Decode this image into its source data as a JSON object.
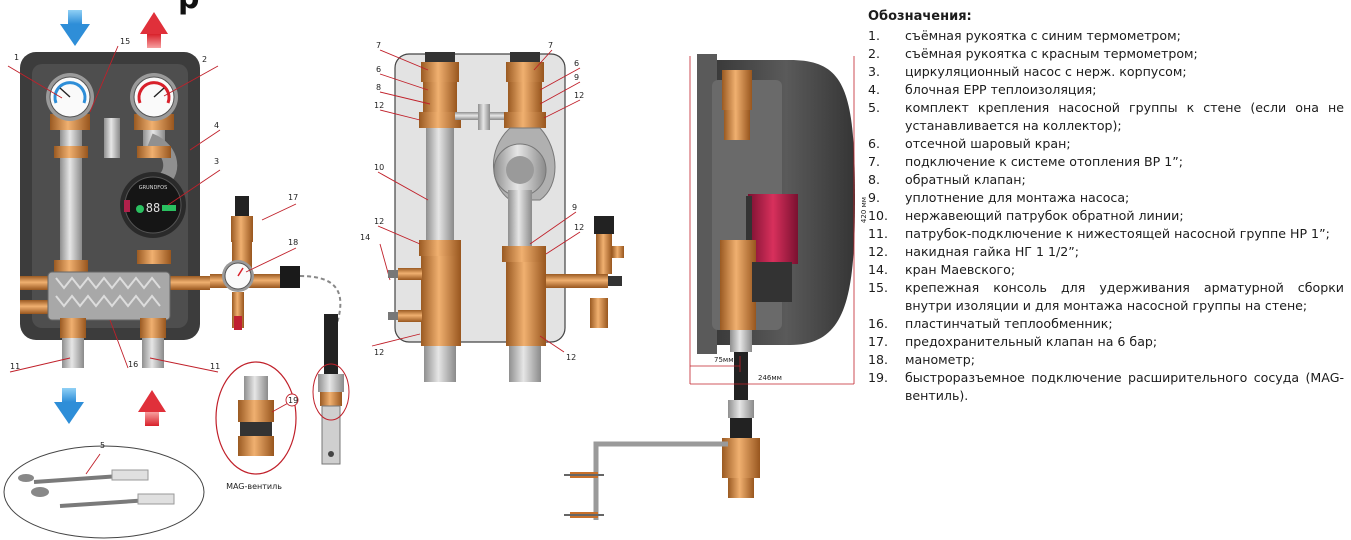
{
  "title_fragment": "р",
  "labels": {
    "l1": "1",
    "l2": "2",
    "l3": "3",
    "l4": "4",
    "l5": "5",
    "l11a": "11",
    "l11b": "11",
    "l14": "14",
    "l15": "15",
    "l16": "16",
    "l17": "17",
    "l18": "18",
    "l19": "19",
    "m7a": "7",
    "m6a": "6",
    "m8a": "8",
    "m12a": "12",
    "m10": "10",
    "m12b": "12",
    "m12c": "12",
    "m7b": "7",
    "m6b": "6",
    "m9a": "9",
    "m12d": "12",
    "m9b": "9",
    "m12e": "12",
    "m12f": "12"
  },
  "mag_caption": "MAG-вентиль",
  "pump_brand": "GRUNDFOS",
  "pump_display": "88",
  "dimensions": {
    "height": "420 мм",
    "depth_small": "75мм",
    "depth_total": "246мм"
  },
  "legend": {
    "heading": "Обозначения:",
    "items": [
      {
        "num": "1.",
        "text": " съёмная рукоятка с синим термометром;"
      },
      {
        "num": "2.",
        "text": "съёмная рукоятка с красным термометром;"
      },
      {
        "num": "3.",
        "text": "циркуляционный насос с нерж. корпусом;"
      },
      {
        "num": "4.",
        "text": "блочная EPP теплоизоляция;"
      },
      {
        "num": "5.",
        "text": "комплект крепления насосной группы к стене (если она не устанавливается на коллектор);"
      },
      {
        "num": "6.",
        "text": "отсечной шаровый кран;"
      },
      {
        "num": "7.",
        "text": "подключение к системе отопления ВР 1”;"
      },
      {
        "num": "8.",
        "text": "обратный клапан;"
      },
      {
        "num": "9.",
        "text": "уплотнение для монтажа насоса;"
      },
      {
        "num": "10.",
        "text": "нержавеющий патрубок обратной линии;"
      },
      {
        "num": "11.",
        "text": "патрубок-подключение к нижестоящей насосной группе НР 1”;"
      },
      {
        "num": "12.",
        "text": "накидная гайка НГ 1 1/2”;"
      },
      {
        "num": "14.",
        "text": "кран Маевского;"
      },
      {
        "num": "15.",
        "text": "крепежная консоль для удерживания арматурной сборки внутри изоляции и для монтажа насосной группы на стене;"
      },
      {
        "num": "16.",
        "text": "пластинчатый теплообменник;"
      },
      {
        "num": "17.",
        "text": "предохранительный клапан на 6 бар;"
      },
      {
        "num": "18.",
        "text": "манометр;"
      },
      {
        "num": "19.",
        "text": "быстроразъемное подключение расширительного сосуда (MAG-вентиль)."
      }
    ]
  },
  "colors": {
    "arrow_blue": "#3a9be0",
    "arrow_red": "#e0303a",
    "insulation": "#4a4a4a",
    "brass": "#d08a45",
    "steel": "#b8b8b8",
    "pump_red": "#b0204a",
    "leader": "#c0202a"
  }
}
